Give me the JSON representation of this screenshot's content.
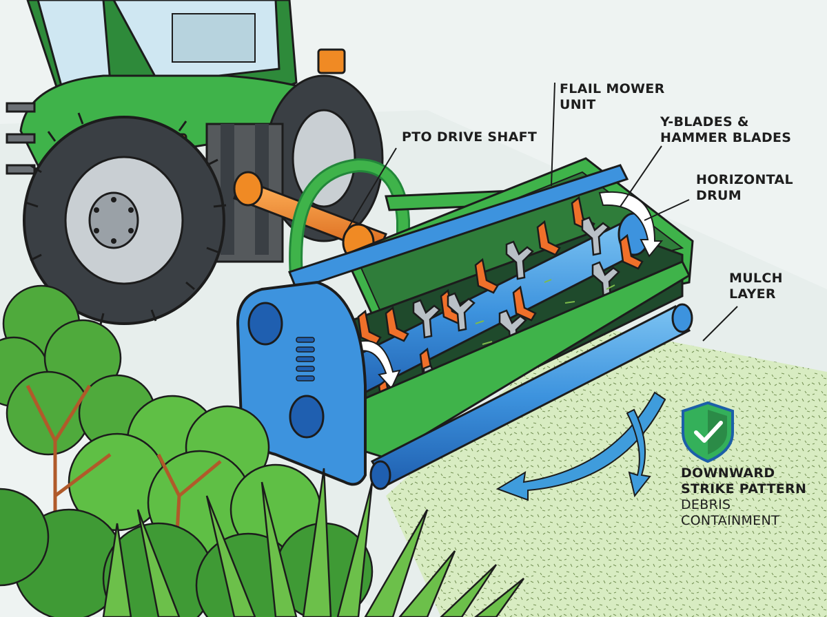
{
  "labels": {
    "pto_drive_shaft": "PTO DRIVE SHAFT",
    "flail_mower_unit": [
      "FLAIL MOWER",
      "UNIT"
    ],
    "blades": [
      "Y-BLADES &",
      "HAMMER BLADES"
    ],
    "horizontal_drum": [
      "HORIZONTAL",
      "DRUM"
    ],
    "mulch_layer": [
      "MULCH",
      "LAYER"
    ],
    "downward_strike": [
      "DOWNWARD",
      "STRIKE PATTERN"
    ],
    "debris_containment": [
      "DEBRIS",
      "CONTAINMENT"
    ]
  },
  "colors": {
    "tractor_green": "#3fb34a",
    "tractor_green_dark": "#23873a",
    "mower_blue": "#3d93de",
    "mower_blue_dark": "#1f5fb0",
    "pto_orange": "#f08a24",
    "blade_orange": "#f0702a",
    "blade_gray": "#b9c0c6",
    "shield_green": "#34b05a",
    "arrow_blue": "#3f9cdc",
    "mulch_green": "#d8ecc2",
    "leaf_green": "#4faa3c",
    "tire_dark": "#3a3f44"
  },
  "icons": [
    "shield-check-icon",
    "rotation-arrow-icon",
    "travel-direction-arrow-icon"
  ]
}
